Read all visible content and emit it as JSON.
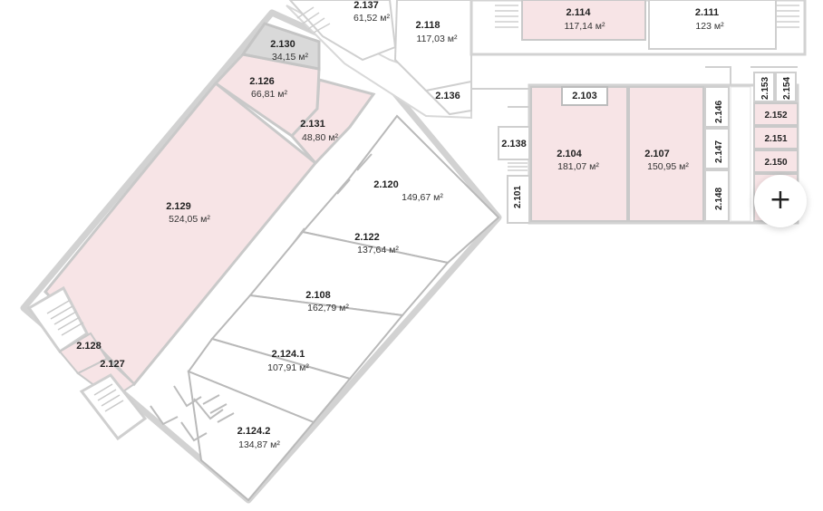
{
  "colors": {
    "leased": "#f7e4e6",
    "selected": "#d9d9d9",
    "wall": "#cfcfcf",
    "free": "#ffffff"
  },
  "rooms": {
    "r2137": {
      "num": "2.137",
      "area": "61,52 м²"
    },
    "r2118": {
      "num": "2.118",
      "area": "117,03 м²"
    },
    "r2114": {
      "num": "2.114",
      "area": "117,14 м²"
    },
    "r2111": {
      "num": "2.111",
      "area": "123 м²"
    },
    "r2130": {
      "num": "2.130",
      "area": "34,15 м²"
    },
    "r2126": {
      "num": "2.126",
      "area": "66,81 м²"
    },
    "r2131": {
      "num": "2.131",
      "area": "48,80 м²"
    },
    "r2129": {
      "num": "2.129",
      "area": "524,05 м²"
    },
    "r2120": {
      "num": "2.120",
      "area": "149,67 м²"
    },
    "r2122": {
      "num": "2.122",
      "area": "137,64 м²"
    },
    "r2108": {
      "num": "2.108",
      "area": "162,79 м²"
    },
    "r2124_1": {
      "num": "2.124.1",
      "area": "107,91 м²"
    },
    "r2124_2": {
      "num": "2.124.2",
      "area": "134,87 м²"
    },
    "r2104": {
      "num": "2.104",
      "area": "181,07 м²"
    },
    "r2107": {
      "num": "2.107",
      "area": "150,95 м²"
    },
    "r2136": {
      "num": "2.136"
    },
    "r2138": {
      "num": "2.138"
    },
    "r2101": {
      "num": "2.101"
    },
    "r2103": {
      "num": "2.103"
    },
    "r2146": {
      "num": "2.146"
    },
    "r2147": {
      "num": "2.147"
    },
    "r2148": {
      "num": "2.148"
    },
    "r2153": {
      "num": "2.153"
    },
    "r2154": {
      "num": "2.154"
    },
    "r2152": {
      "num": "2.152"
    },
    "r2151": {
      "num": "2.151"
    },
    "r2150": {
      "num": "2.150"
    },
    "r2128": {
      "num": "2.128"
    },
    "r2127": {
      "num": "2.127"
    }
  },
  "controls": {
    "zoom_in_symbol": "+"
  }
}
